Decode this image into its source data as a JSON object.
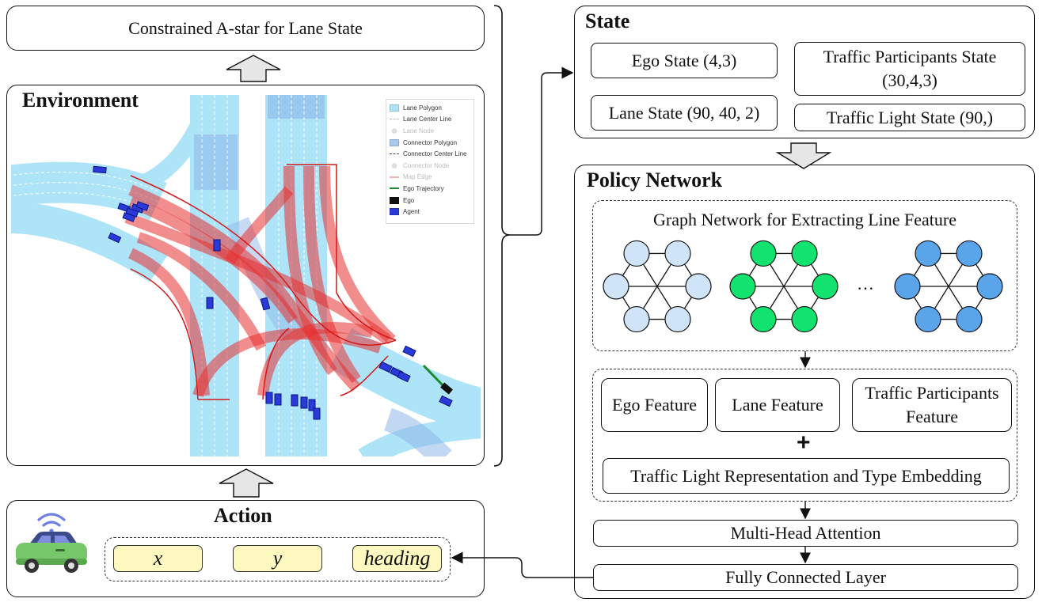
{
  "top_box": {
    "label": "Constrained A-star for Lane State"
  },
  "environment": {
    "title": "Environment",
    "legend": [
      {
        "label": "Lane Polygon",
        "style": "fill",
        "color": "#aee4f8",
        "faded": false
      },
      {
        "label": "Lane Center Line",
        "style": "dashline",
        "color": "#bbbbbb",
        "faded": false
      },
      {
        "label": "Lane Node",
        "style": "dot",
        "color": "#dddddd",
        "faded": true
      },
      {
        "label": "Connector Polygon",
        "style": "fill",
        "color": "#a8c8f0",
        "faded": false
      },
      {
        "label": "Connector Center Line",
        "style": "dashline",
        "color": "#444444",
        "faded": false
      },
      {
        "label": "Connector Node",
        "style": "dot",
        "color": "#dddddd",
        "faded": true
      },
      {
        "label": "Map Edge",
        "style": "line",
        "color": "#f7b2b2",
        "faded": true
      },
      {
        "label": "Ego Trajectory",
        "style": "line",
        "color": "#1a8a2a",
        "faded": false
      },
      {
        "label": "Ego",
        "style": "fill",
        "color": "#111111",
        "faded": false
      },
      {
        "label": "Agent",
        "style": "fill",
        "color": "#2a3ad8",
        "faded": false
      }
    ]
  },
  "action": {
    "title": "Action",
    "outputs": [
      "x",
      "y",
      "heading"
    ]
  },
  "state": {
    "title": "State",
    "items": {
      "ego": "Ego State (4,3)",
      "traffic_line1": "Traffic Participants State",
      "traffic_line2": "(30,4,3)",
      "lane": "Lane State (90, 40, 2)",
      "light": "Traffic Light State (90,)"
    }
  },
  "policy": {
    "title": "Policy Network",
    "graph_title": "Graph Network for Extracting Line Feature",
    "ellipsis": "···",
    "graph_colors": [
      "#cfe4f7",
      "#12e36e",
      "#5aa4ea"
    ],
    "features": {
      "ego": "Ego Feature",
      "lane": "Lane Feature",
      "traffic_line1": "Traffic Participants",
      "traffic_line2": "Feature"
    },
    "plus": "+",
    "traffic_light": "Traffic Light Representation and Type Embedding",
    "attention": "Multi-Head Attention",
    "fc": "Fully Connected Layer"
  },
  "colors": {
    "lane": "#aee4f8",
    "connector": "#e83030",
    "agent": "#2a3ad8",
    "box_yellow": "#fcf8c0",
    "arrow_fill": "#e6e6e6"
  }
}
